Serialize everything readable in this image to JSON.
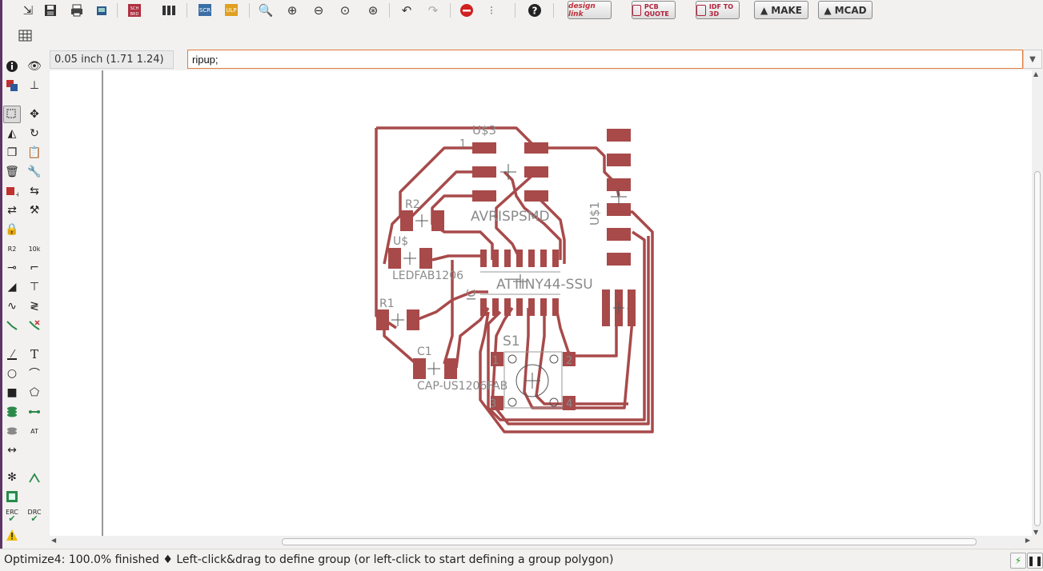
{
  "toolbar": {
    "buttons": [
      {
        "name": "open-icon"
      },
      {
        "name": "save-icon"
      },
      {
        "name": "print-icon"
      },
      {
        "name": "cam-icon"
      },
      {
        "name": "sch-brd-switch-icon",
        "label": "SCH BRD"
      },
      {
        "name": "library-icon"
      },
      {
        "name": "script-icon",
        "label": "SCR"
      },
      {
        "name": "ulp-icon",
        "label": "ULP"
      },
      {
        "name": "zoom-fit-icon"
      },
      {
        "name": "zoom-in-icon"
      },
      {
        "name": "zoom-out-icon"
      },
      {
        "name": "zoom-redraw-icon"
      },
      {
        "name": "zoom-select-icon"
      },
      {
        "name": "undo-icon"
      },
      {
        "name": "redo-icon"
      },
      {
        "name": "stop-icon"
      },
      {
        "name": "go-icon"
      },
      {
        "name": "help-icon"
      }
    ],
    "design_link": "design link",
    "pcb_quote": "PCB QUOTE",
    "idf_to_3d": "IDF TO 3D",
    "make": "MAKE",
    "mcad": "MCAD"
  },
  "coord_display": "0.05 inch (1.71 1.24)",
  "command_line": "ripup;",
  "board": {
    "labels": {
      "u3": "U$3",
      "pin1": "1",
      "avr": "AVRISPSMD",
      "u1": "U$1",
      "r2": "R2",
      "u_led": "U$",
      "led": "LEDFAB1206",
      "attiny": "ATTINY44-SSU",
      "ic": "IC",
      "r1": "R1",
      "c1": "C1",
      "cap": "CAP-US1206FAB",
      "s1": "S1",
      "s1p1": "1",
      "s1p2": "2",
      "s1p3": "3",
      "s1p4": "4"
    },
    "colors": {
      "copper": "#a84a4a",
      "text": "#8a8a8a",
      "origin": "#555555"
    }
  },
  "status": {
    "message": "Optimize4: 100.0% finished ♦ Left-click&drag to define group (or left-click to start defining a group polygon)"
  }
}
